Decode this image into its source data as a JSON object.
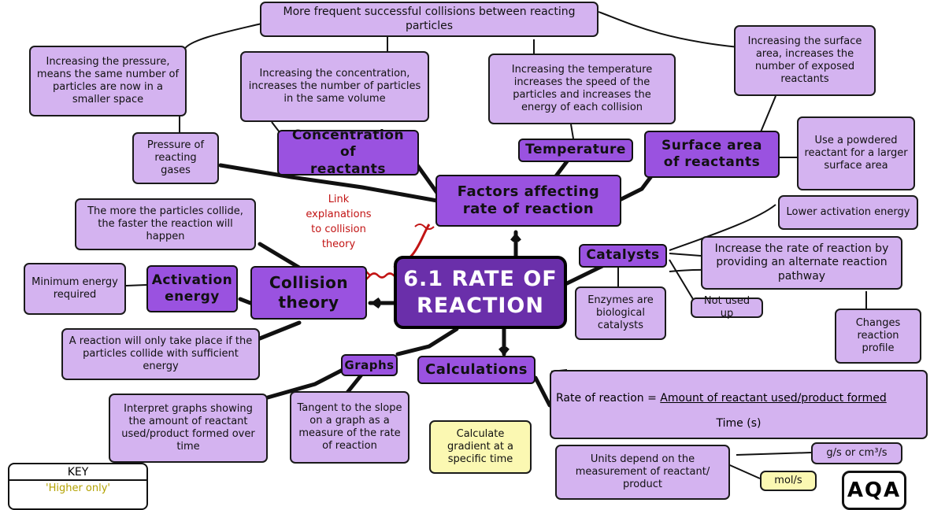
{
  "core": {
    "line1": "6.1 RATE OF",
    "line2": "REACTION"
  },
  "topics": {
    "factors": {
      "line1": "Factors affecting",
      "line2": "rate of reaction"
    },
    "collision": {
      "line1": "Collision",
      "line2": "theory"
    },
    "graphs": "Graphs",
    "calculations": "Calculations",
    "catalysts": "Catalysts",
    "activation": {
      "line1": "Activation",
      "line2": "energy"
    },
    "concentration": {
      "line1": "Concentration of",
      "line2": "reactants"
    },
    "temperature": "Temperature",
    "surface": {
      "line1": "Surface area",
      "line2": "of reactants"
    }
  },
  "notes": {
    "frequent_collisions": "More frequent successful collisions between reacting particles",
    "pressure_explain": "Increasing the pressure, means the same number of particles are now in a smaller space",
    "concentration_explain": "Increasing the concentration, increases the number of particles in the same volume",
    "temperature_explain": "Increasing the temperature increases the speed of the particles and increases the energy of each collision",
    "surface_explain": "Increasing the surface area, increases the number of exposed reactants",
    "powdered": "Use a powdered reactant for a larger surface area",
    "pressure_label": "Pressure of reacting gases",
    "more_collide": "The more the particles collide, the faster the reaction will happen",
    "minimum_energy": "Minimum energy required",
    "sufficient_energy": "A reaction will only take place if the particles collide with sufficient energy",
    "lower_activation": "Lower activation energy",
    "alternate_pathway": "Increase the rate of reaction by providing an alternate reaction pathway",
    "enzymes": "Enzymes are biological catalysts",
    "not_used_up": "Not used up",
    "reaction_profile": "Changes reaction profile",
    "interpret_graphs": "Interpret graphs showing the amount of reactant used/product formed over time",
    "tangent": "Tangent to the slope on a graph as a measure of the rate of reaction",
    "gradient": "Calculate gradient at a specific time",
    "units_depend": "Units depend on the measurement of reactant/ product",
    "units_mass": "g/s or cm³/s",
    "units_mol": "mol/s"
  },
  "rate_equation": {
    "lhs": "Rate of reaction = ",
    "numerator": "Amount of reactant used/product formed",
    "denominator": "Time (s)"
  },
  "link_note": {
    "line1": "Link",
    "line2": "explanations",
    "line3": "to collision",
    "line4": "theory"
  },
  "key": {
    "title": "KEY",
    "higher": "'Higher only'"
  },
  "logo": "AQA",
  "colors": {
    "leaf": "#d4b3f0",
    "topic": "#9a52e0",
    "core": "#6a2faa",
    "higher": "#fbf8b2",
    "link": "#c21414"
  }
}
